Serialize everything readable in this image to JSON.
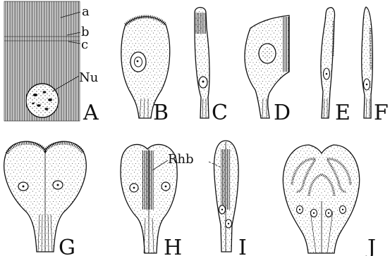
{
  "figure": {
    "panel_letters": [
      "A",
      "B",
      "C",
      "D",
      "E",
      "F",
      "G",
      "H",
      "I",
      "J"
    ],
    "callouts": {
      "a": "a",
      "b": "b",
      "c": "c",
      "nu": "Nu",
      "rhb": "Rhb"
    }
  },
  "colors": {
    "ink": "#111111",
    "paper": "#ffffff"
  }
}
